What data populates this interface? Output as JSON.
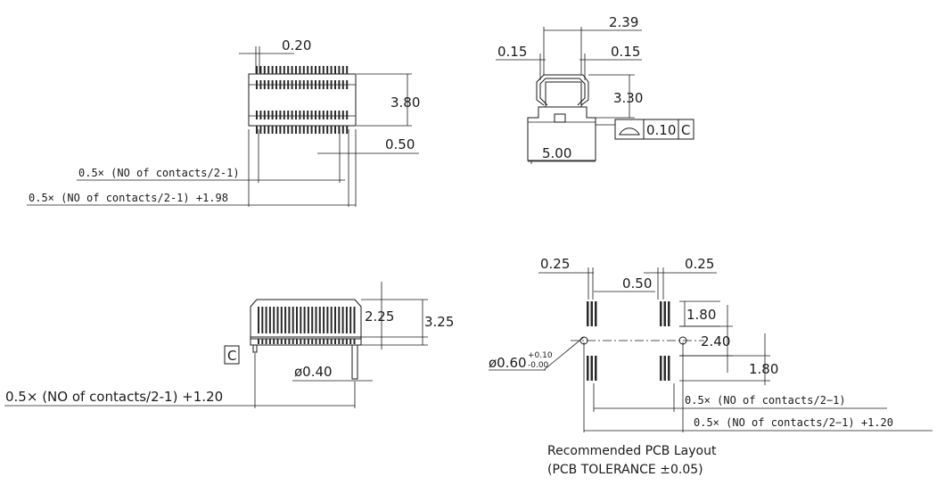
{
  "top_view": {
    "dim_pin_width": "0.20",
    "dim_height": "3.80",
    "dim_pitch": "0.50",
    "dim_span_a": "0.5× (NO of contacts/2-1)",
    "dim_span_b": "0.5× (NO of contacts/2-1) +1.98"
  },
  "side_view": {
    "dim_overall": "2.39",
    "dim_left_gap": "0.15",
    "dim_right_gap": "0.15",
    "dim_height": "3.30",
    "dim_base": "5.00",
    "flatness_value": "0.10",
    "datum": "C"
  },
  "front_view": {
    "dim_upper": "2.25",
    "dim_total": "3.25",
    "dim_post": "ø0.40",
    "dim_span": "0.5× (NO of contacts/2-1) +1.20",
    "datum": "C"
  },
  "pcb_layout": {
    "dim_pad_left": "0.25",
    "dim_pad_right": "0.25",
    "dim_pitch": "0.50",
    "dim_pad_len": "1.80",
    "dim_row_gap": "2.40",
    "dim_pad_len2": "1.80",
    "hole_dia": "ø0.60",
    "hole_tol_plus": "+0.10",
    "hole_tol_minus": "-0.00",
    "dim_span_a": "0.5× (NO of contacts/2−1)",
    "dim_span_b": "0.5× (NO of contacts/2−1) +1.20",
    "caption_line1": "Recommended PCB Layout",
    "caption_line2": "(PCB TOLERANCE ±0.05)"
  }
}
